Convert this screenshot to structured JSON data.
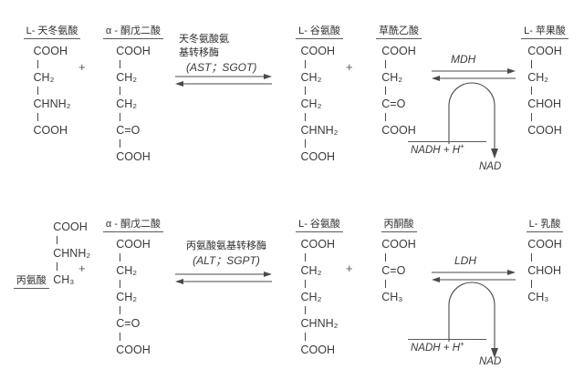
{
  "diagram": {
    "title": "Transaminase coupled enzymatic reaction schemes (AST/SGOT and ALT/SGPT)",
    "background_color": "#ffffff",
    "line_color": "#4a4a4a",
    "text_color": "#3a3a3a"
  },
  "reactions": [
    {
      "id": "ast-reaction",
      "substrate_1": {
        "name": "L- 天冬氨酸",
        "formula": [
          "COOH",
          "CH₂",
          "CHNH₂",
          "COOH"
        ]
      },
      "plus_1": "+",
      "substrate_2": {
        "name": "α - 酮戊二酸",
        "formula": [
          "COOH",
          "CH₂",
          "CH₂",
          "C=O",
          "COOH"
        ]
      },
      "enzyme": {
        "cn_line_1": "天冬氨酸氨",
        "cn_line_2": "基转移酶",
        "abbr": "(AST；SGOT)"
      },
      "product_1": {
        "name": "L- 谷氨酸",
        "formula": [
          "COOH",
          "CH₂",
          "CH₂",
          "CHNH₂",
          "COOH"
        ]
      },
      "plus_2": "+",
      "product_2": {
        "name": "草酰乙酸",
        "formula": [
          "COOH",
          "CH₂",
          "C=O",
          "COOH"
        ]
      },
      "second_enzyme": {
        "name": "MDH",
        "cofactor_in": "NADH + H",
        "cofactor_in_sup": "+",
        "cofactor_out": "NAD"
      },
      "final_product": {
        "name": "L- 苹果酸",
        "formula": [
          "COOH",
          "CH₂",
          "CHOH",
          "COOH"
        ]
      }
    },
    {
      "id": "alt-reaction",
      "substrate_1": {
        "name": "丙氨酸",
        "formula": [
          "COOH",
          "CHNH₂",
          "CH₃"
        ]
      },
      "plus_1": "+",
      "substrate_2": {
        "name": "α - 酮戊二酸",
        "formula": [
          "COOH",
          "CH₂",
          "CH₂",
          "C=O",
          "COOH"
        ]
      },
      "enzyme": {
        "cn_line_1": "丙氨酸氨基转移酶",
        "cn_line_2": "",
        "abbr": "(ALT；SGPT)"
      },
      "product_1": {
        "name": "L- 谷氨酸",
        "formula": [
          "COOH",
          "CH₂",
          "CH₂",
          "CHNH₂",
          "COOH"
        ]
      },
      "plus_2": "+",
      "product_2": {
        "name": "丙酮酸",
        "formula": [
          "COOH",
          "C=O",
          "CH₃"
        ]
      },
      "second_enzyme": {
        "name": "LDH",
        "cofactor_in": "NADH + H",
        "cofactor_in_sup": "+",
        "cofactor_out": "NAD"
      },
      "final_product": {
        "name": "L- 乳酸",
        "formula": [
          "COOH",
          "CHOH",
          "CH₃"
        ]
      }
    }
  ]
}
